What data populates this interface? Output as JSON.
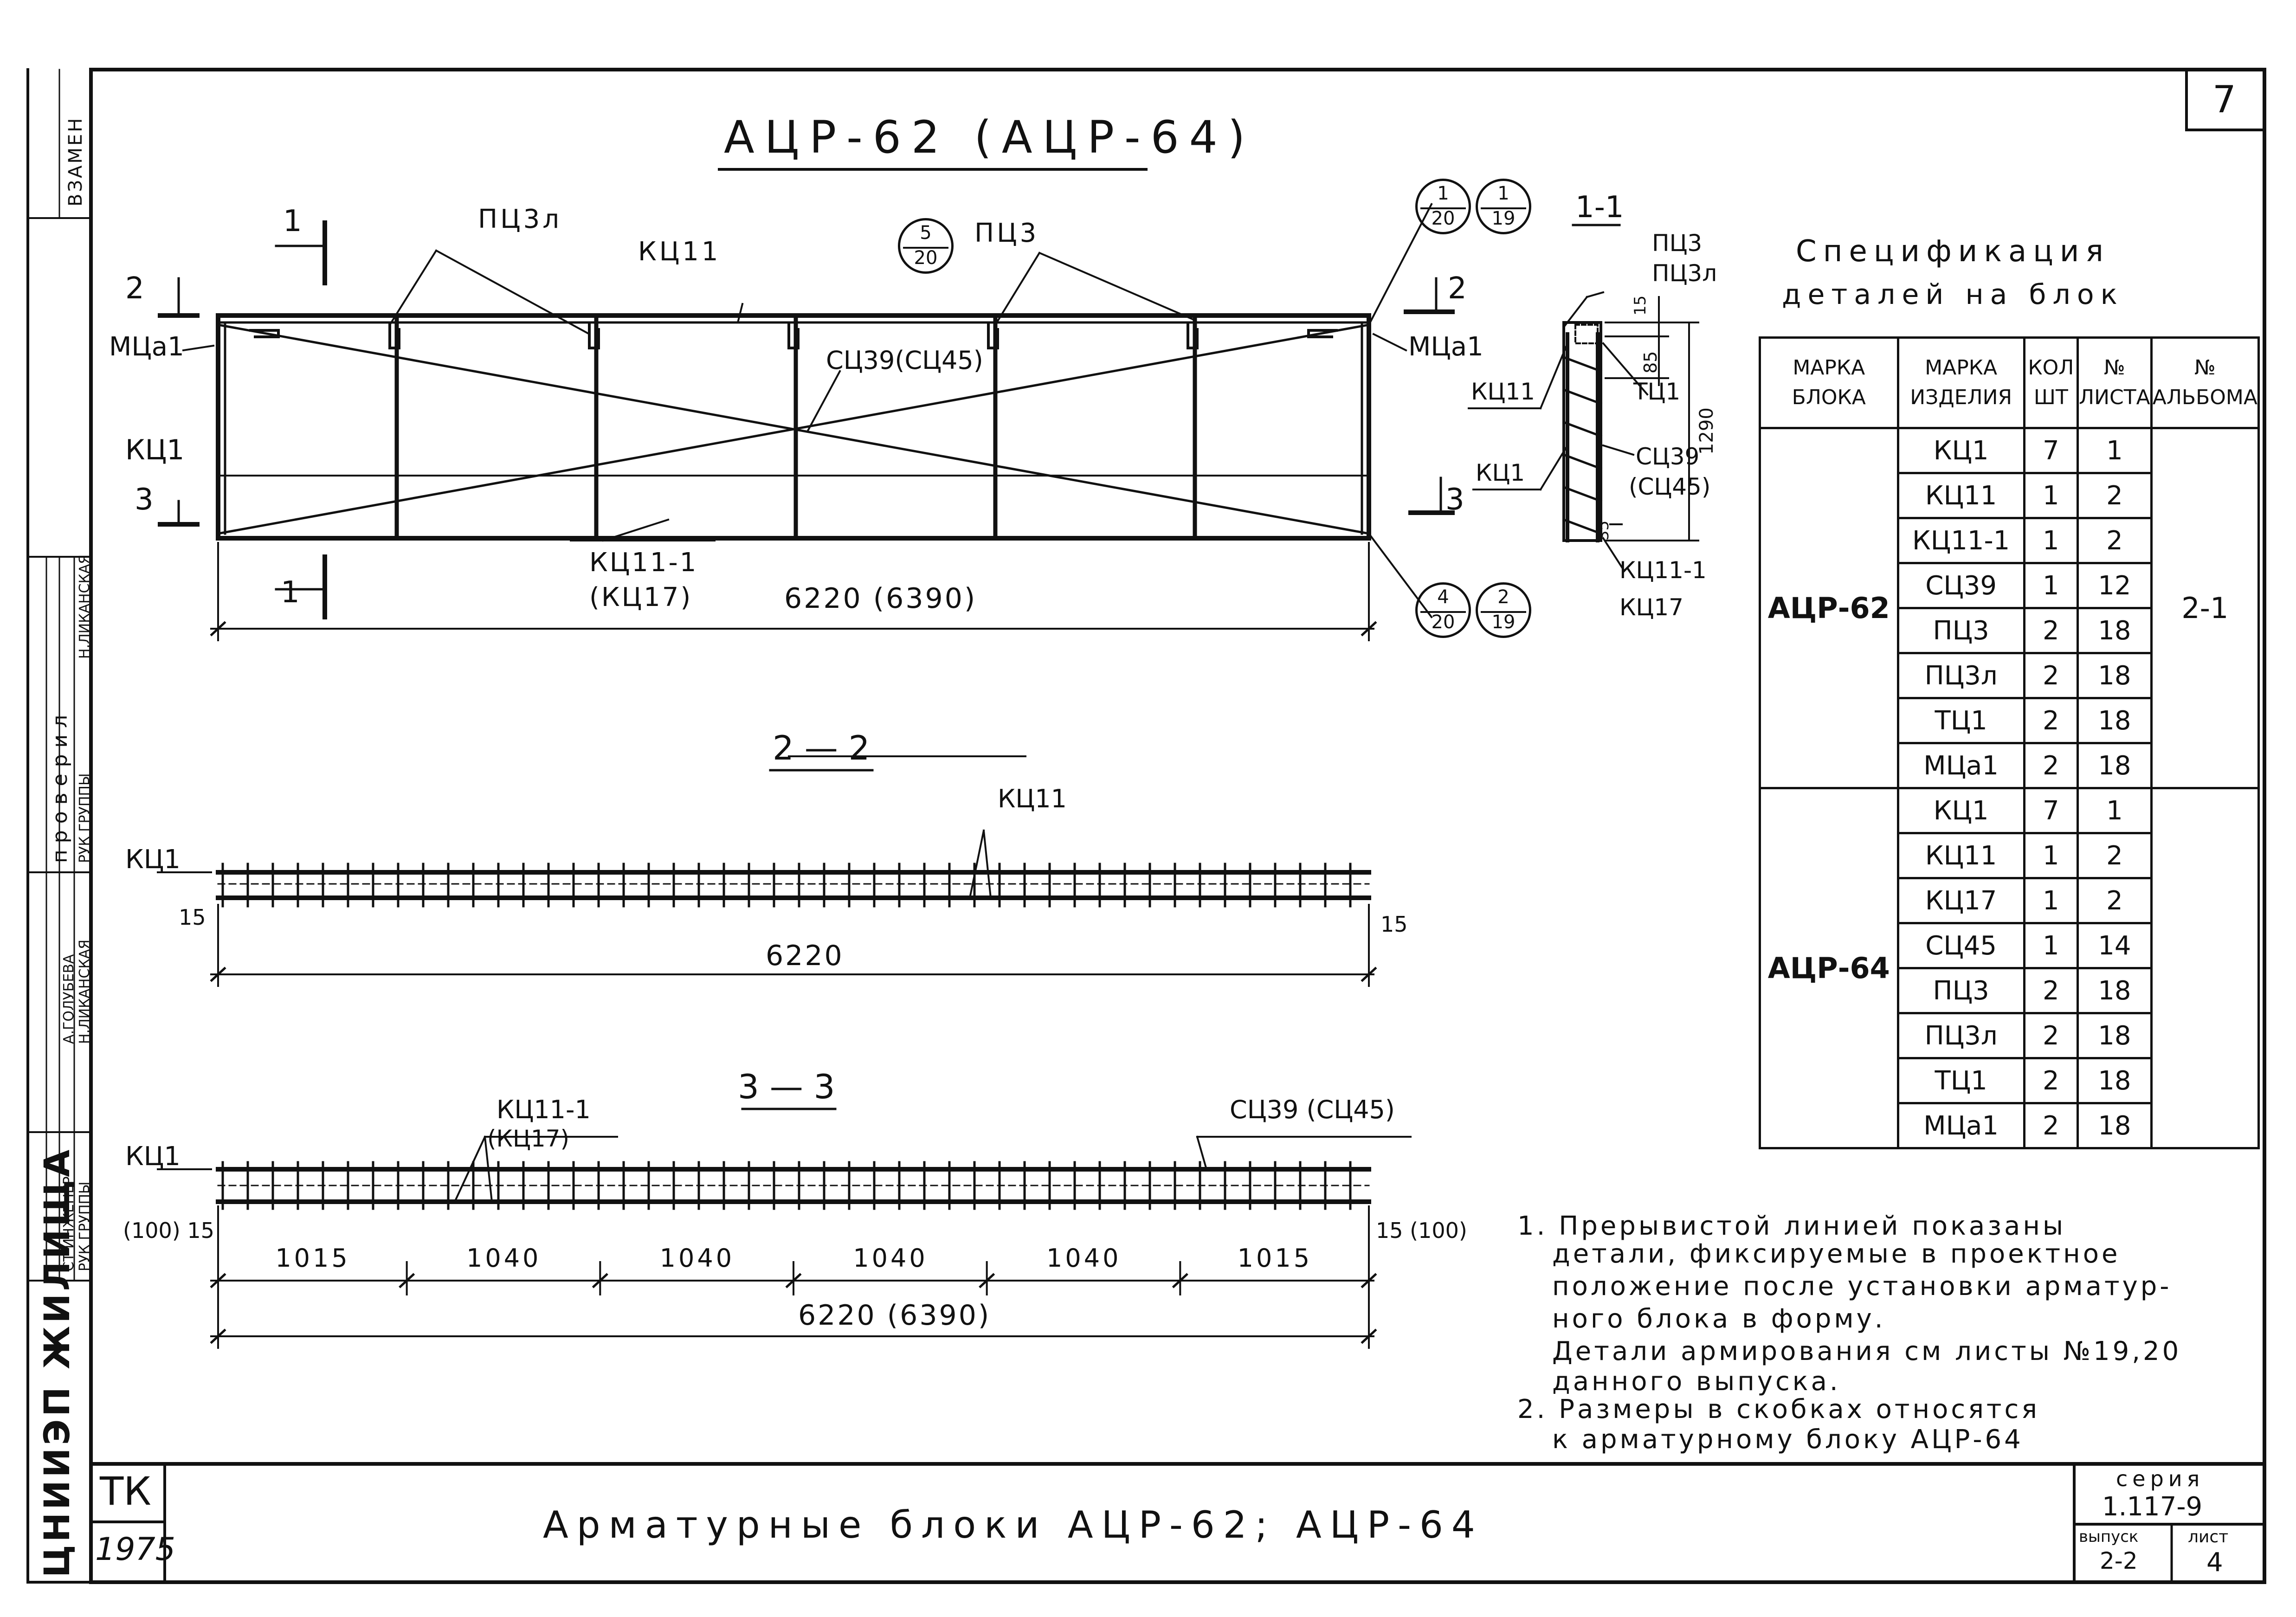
{
  "drawing": {
    "sheet_corner_number": "7",
    "title": "АЦР-62 (АЦР-64)",
    "labels": {
      "pts3l": "ПЦ3л",
      "kts11_top": "КЦ11",
      "pts3": "ПЦ3",
      "mtsa1": "МЦа1",
      "kts1": "КЦ1",
      "sts39": "СЦ39(СЦ45)",
      "kts11_1": "КЦ11-1",
      "kts17": "(КЦ17)",
      "length": "6220 (6390)",
      "mark_1": "1",
      "mark_2": "2",
      "mark_3": "3"
    },
    "circles": [
      {
        "top": "1",
        "bottom": "20"
      },
      {
        "top": "1",
        "bottom": "19"
      },
      {
        "top": "5",
        "bottom": "20"
      },
      {
        "top": "4",
        "bottom": "20"
      },
      {
        "top": "2",
        "bottom": "19"
      }
    ],
    "section_1_1": {
      "title": "1-1",
      "pts3": "ПЦ3",
      "pts3l": "ПЦ3л",
      "kts11": "КЦ11",
      "kts1": "КЦ1",
      "tts1": "ТЦ1",
      "sts39": "СЦ39",
      "sts45": "(СЦ45)",
      "kts11_1": "КЦ11-1",
      "kts17": "КЦ17",
      "dim_15": "15",
      "dim_85": "85",
      "dim_1290": "1290",
      "dim_35": "35"
    },
    "section_2_2": {
      "title": "2 — 2",
      "kts1": "КЦ1",
      "kts11": "КЦ11",
      "dim_15a": "15",
      "dim_15b": "15",
      "length": "6220"
    },
    "section_3_3": {
      "title": "3 — 3",
      "kts1": "КЦ1",
      "kts11_1": "КЦ11-1",
      "kts17": "(КЦ17)",
      "sts39": "СЦ39 (СЦ45)",
      "left_dim": "(100) 15",
      "right_dim": "15 (100)",
      "spans": [
        "1015",
        "1040",
        "1040",
        "1040",
        "1040",
        "1015"
      ],
      "length": "6220 (6390)"
    }
  },
  "spec": {
    "title_line1": "Спецификация",
    "title_line2": "деталей на блок",
    "headers": [
      "МАРКА БЛОКА",
      "МАРКА ИЗДЕЛИЯ",
      "КОЛ ШТ",
      "№ ЛИСТА",
      "№ АЛЬБОМА"
    ],
    "groups": [
      {
        "block": "АЦР-62",
        "album": "2-1",
        "rows": [
          {
            "item": "КЦ1",
            "qty": "7",
            "sheet": "1"
          },
          {
            "item": "КЦ11",
            "qty": "1",
            "sheet": "2"
          },
          {
            "item": "КЦ11-1",
            "qty": "1",
            "sheet": "2"
          },
          {
            "item": "СЦ39",
            "qty": "1",
            "sheet": "12"
          },
          {
            "item": "ПЦ3",
            "qty": "2",
            "sheet": "18"
          },
          {
            "item": "ПЦ3л",
            "qty": "2",
            "sheet": "18"
          },
          {
            "item": "ТЦ1",
            "qty": "2",
            "sheet": "18"
          },
          {
            "item": "МЦа1",
            "qty": "2",
            "sheet": "18"
          }
        ]
      },
      {
        "block": "АЦР-64",
        "album": "",
        "rows": [
          {
            "item": "КЦ1",
            "qty": "7",
            "sheet": "1"
          },
          {
            "item": "КЦ11",
            "qty": "1",
            "sheet": "2"
          },
          {
            "item": "КЦ17",
            "qty": "1",
            "sheet": "2"
          },
          {
            "item": "СЦ45",
            "qty": "1",
            "sheet": "14"
          },
          {
            "item": "ПЦ3",
            "qty": "2",
            "sheet": "18"
          },
          {
            "item": "ПЦ3л",
            "qty": "2",
            "sheet": "18"
          },
          {
            "item": "ТЦ1",
            "qty": "2",
            "sheet": "18"
          },
          {
            "item": "МЦа1",
            "qty": "2",
            "sheet": "18"
          }
        ]
      }
    ]
  },
  "notes": [
    "1. Прерывистой линией показаны",
    "детали, фиксируемые в проектное",
    "положение после установки арматур-",
    "ного блока в форму.",
    "Детали армирования см листы №19,20",
    "данного выпуска.",
    "2. Размеры в скобках относятся",
    "к арматурному блоку АЦР-64"
  ],
  "title_block": {
    "org": "ТК",
    "year": "1975",
    "main_title": "Арматурные блоки АЦР-62; АЦР-64",
    "series_label": "серия",
    "series_value": "1.117-9",
    "issue_label": "выпуск",
    "issue_value": "2-2",
    "sheet_label": "лист",
    "sheet_value": "4"
  },
  "left_strip": {
    "institute": "ЦНИИЭП ЖИЛИЩА",
    "replace": "ВЗАМЕН",
    "checked": "проверил",
    "roles": [
      "РУК ГРУППЫ",
      "СТ ИНЖЕНЕР",
      "РУК ГРУППЫ"
    ],
    "names": [
      "Н.ЛИКАНСКАЯ",
      "А.ГОЛУБЕВА",
      "Н.ЛИКАНСКАЯ"
    ]
  }
}
